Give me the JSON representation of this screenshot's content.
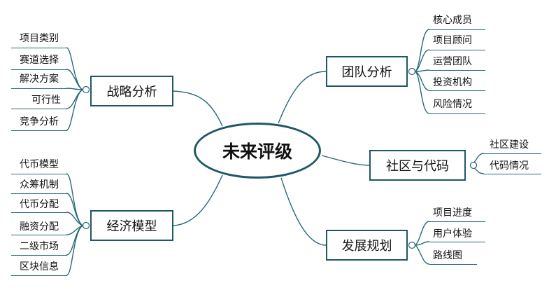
{
  "center": "未来评级",
  "branches": {
    "strategy": {
      "label": "战略分析",
      "items": [
        "项目类别",
        "赛道选择",
        "解决方案",
        "可行性",
        "竞争分析"
      ]
    },
    "economy": {
      "label": "经济模型",
      "items": [
        "代币模型",
        "众筹机制",
        "代币分配",
        "融资分配",
        "二级市场",
        "区块信息"
      ]
    },
    "team": {
      "label": "团队分析",
      "items": [
        "核心成员",
        "项目顾问",
        "运营团队",
        "投资机构",
        "风险情况"
      ]
    },
    "community": {
      "label": "社区与代码",
      "items": [
        "社区建设",
        "代码情况"
      ]
    },
    "development": {
      "label": "发展规划",
      "items": [
        "项目进度",
        "用户体验",
        "路线图"
      ]
    }
  },
  "colors": {
    "line": "#2a6a78",
    "border": "#1e5866"
  }
}
